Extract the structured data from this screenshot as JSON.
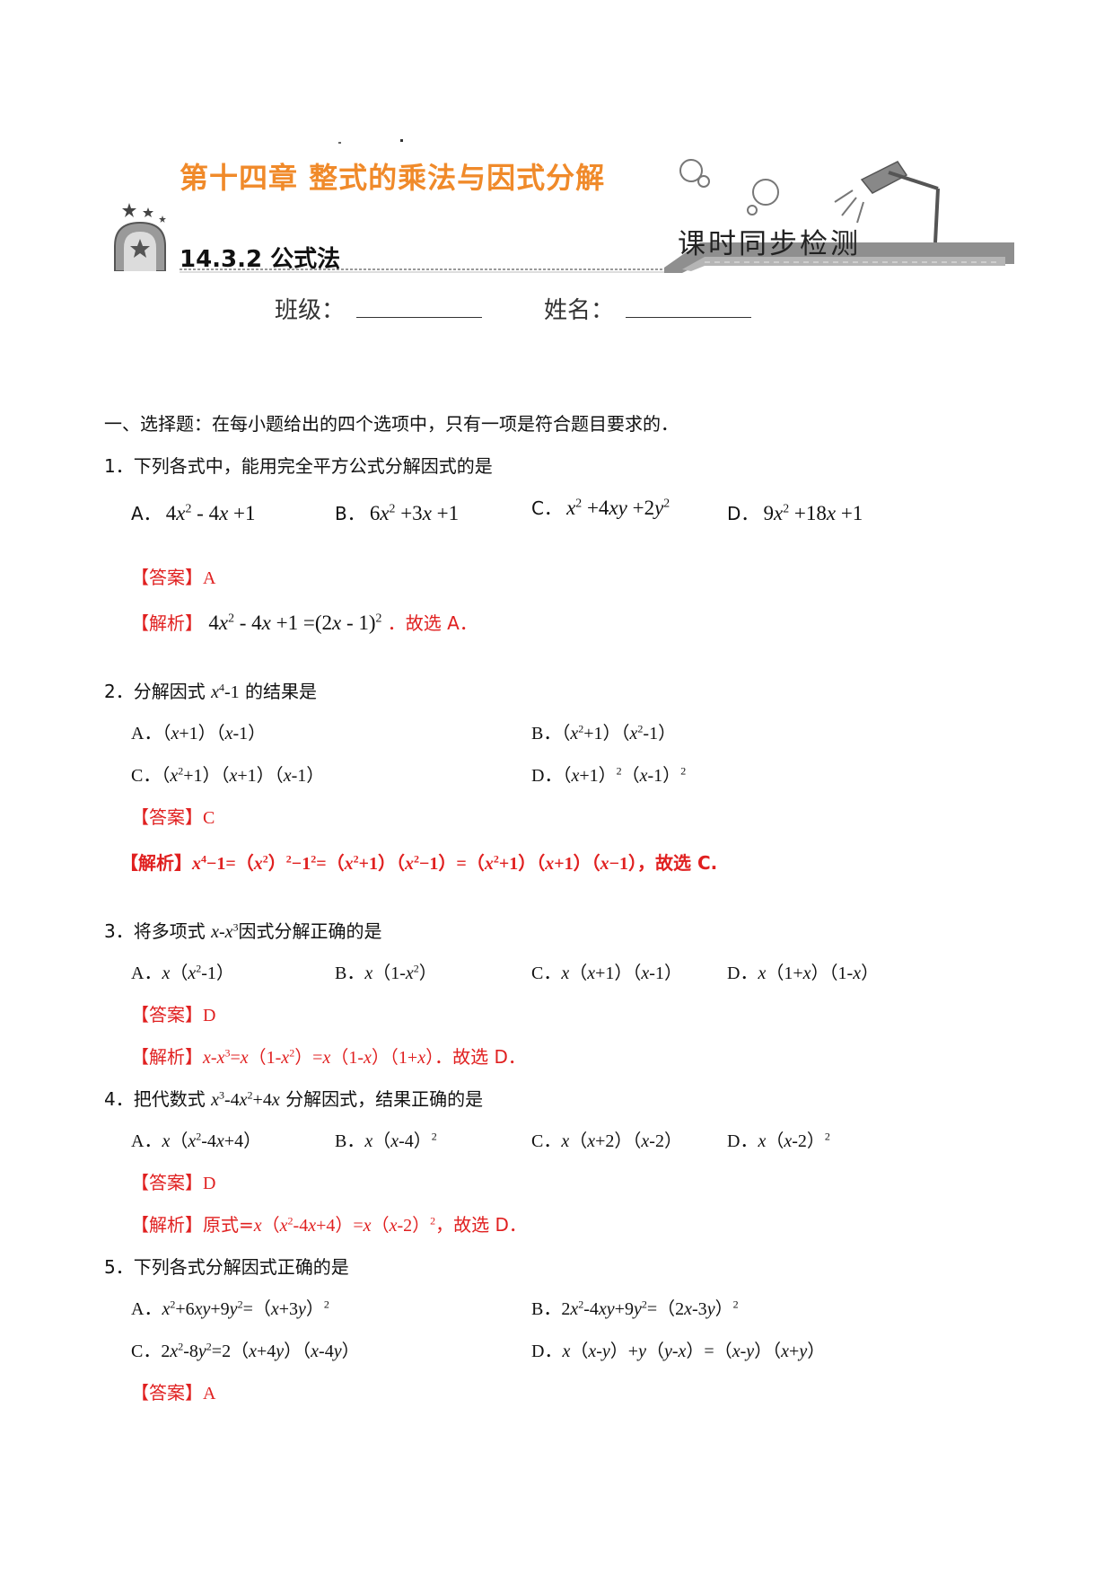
{
  "header": {
    "chapter_title": "第十四章 整式的乘法与因式分解",
    "section_title": "14.3.2 公式法",
    "banner_label": "课时同步检测",
    "class_label": "班级：",
    "name_label": "姓名："
  },
  "section_heading": "一、选择题：在每小题给出的四个选项中，只有一项是符合题目要求的．",
  "labels": {
    "answer": "【答案】",
    "analysis": "【解析】"
  },
  "q1": {
    "stem": "1．下列各式中，能用完全平方公式分解因式的是",
    "a": "A．",
    "b": "B．",
    "c": "C．",
    "d": "D．",
    "answer": "A",
    "analysis_tail": "．故选 A．"
  },
  "q2": {
    "stem_prefix": "2．分解因式 ",
    "stem_suffix": " 的结果是",
    "answer": "C",
    "analysis_tail": "，故选 C."
  },
  "q3": {
    "stem_prefix": "3．将多项式 ",
    "stem_suffix": "因式分解正确的是",
    "answer": "D",
    "analysis_tail": "．故选 D．"
  },
  "q4": {
    "stem_prefix": "4．把代数式 ",
    "stem_suffix": " 分解因式，结果正确的是",
    "answer": "D",
    "analysis_prefix": "原式=",
    "analysis_tail": "，故选 D．"
  },
  "q5": {
    "stem": "5．下列各式分解因式正确的是",
    "answer": "A"
  }
}
